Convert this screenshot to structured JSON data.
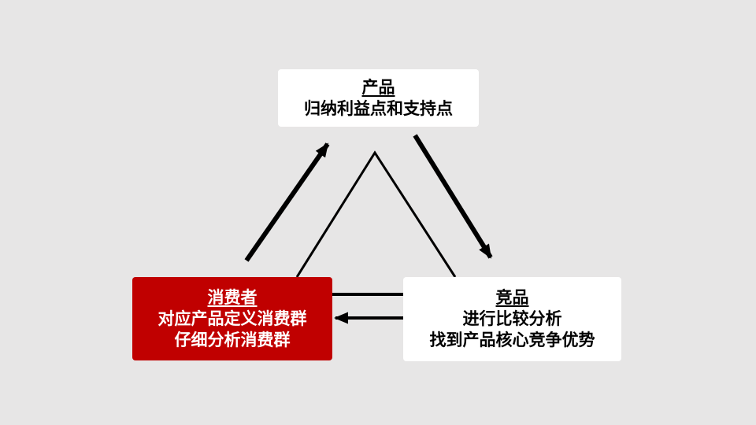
{
  "slide": {
    "background_color": "#E7E6E6",
    "connector_color": "#000000"
  },
  "nodes": {
    "product": {
      "title": "产品",
      "lines": [
        "归纳利益点和支持点"
      ],
      "bg_color": "#FFFFFF",
      "text_color": "#000000"
    },
    "consumer": {
      "title": "消费者",
      "lines": [
        "对应产品定义消费群",
        "仔细分析消费群"
      ],
      "bg_color": "#C00000",
      "text_color": "#FFFFFF"
    },
    "competitor": {
      "title": "竞品",
      "lines": [
        "进行比较分析",
        "找到产品核心竞争优势"
      ],
      "bg_color": "#FFFFFF",
      "text_color": "#000000"
    }
  }
}
